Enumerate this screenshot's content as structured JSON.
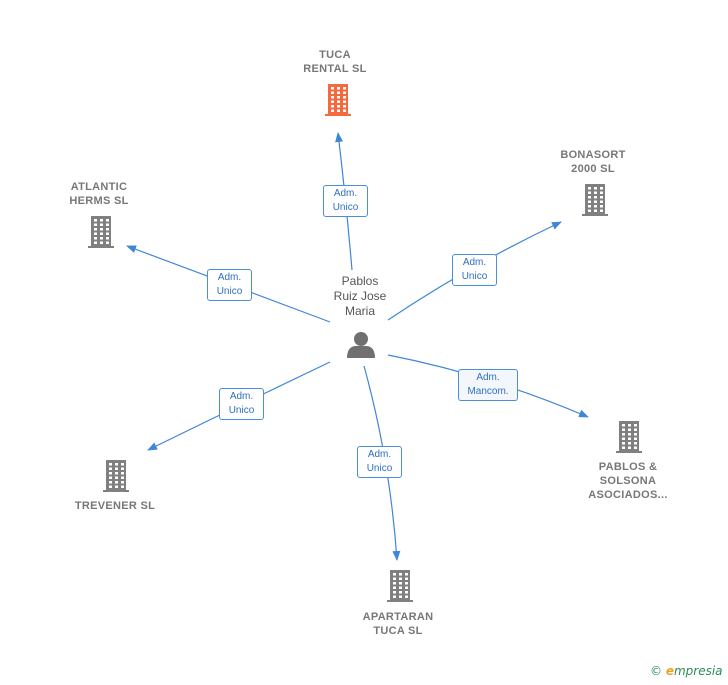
{
  "center": {
    "label": "Pablos\nRuiz Jose\nMaria",
    "icon": "person-icon"
  },
  "companies": [
    {
      "id": "tuca",
      "label": "TUCA\nRENTAL  SL",
      "icon": "building-icon",
      "color": "#f26a3d",
      "edge": "Adm.\nUnico"
    },
    {
      "id": "bonasort",
      "label": "BONASORT\n2000 SL",
      "icon": "building-icon",
      "color": "#808080",
      "edge": "Adm.\nUnico"
    },
    {
      "id": "atlantic",
      "label": "ATLANTIC\nHERMS SL",
      "icon": "building-icon",
      "color": "#808080",
      "edge": "Adm.\nUnico"
    },
    {
      "id": "pablos",
      "label": "PABLOS &\nSOLSONA\nASOCIADOS...",
      "icon": "building-icon",
      "color": "#808080",
      "edge": "Adm.\nMancom."
    },
    {
      "id": "trevener",
      "label": "TREVENER SL",
      "icon": "building-icon",
      "color": "#808080",
      "edge": "Adm.\nUnico"
    },
    {
      "id": "apartaran",
      "label": "APARTARAN\nTUCA  SL",
      "icon": "building-icon",
      "color": "#808080",
      "edge": "Adm.\nUnico"
    }
  ],
  "colors": {
    "edge": "#3f86d6",
    "person": "#707070"
  },
  "brand": {
    "copyright": "©",
    "e": "e",
    "name": "mpresia"
  }
}
